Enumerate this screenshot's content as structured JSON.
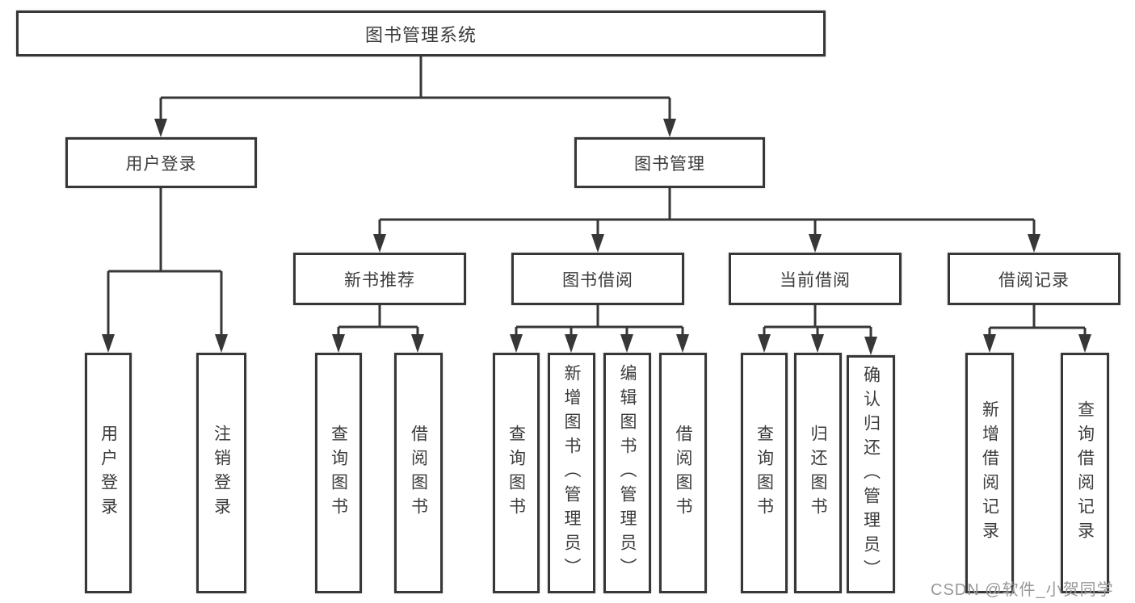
{
  "diagram": {
    "root": {
      "label": "图书管理系统"
    },
    "level2": {
      "user_login": {
        "label": "用户登录"
      },
      "book_mgmt": {
        "label": "图书管理"
      }
    },
    "level3": {
      "new_books": {
        "label": "新书推荐"
      },
      "book_borrow": {
        "label": "图书借阅"
      },
      "current_borrow": {
        "label": "当前借阅"
      },
      "borrow_records": {
        "label": "借阅记录"
      }
    },
    "leaves": {
      "user_login_leaf": {
        "label": "用户登录"
      },
      "logout": {
        "label": "注销登录"
      },
      "nb_query": {
        "label": "查询图书"
      },
      "nb_borrow": {
        "label": "借阅图书"
      },
      "bb_query": {
        "label": "查询图书"
      },
      "bb_add": {
        "label": "新增图书（管理员）"
      },
      "bb_edit": {
        "label": "编辑图书（管理员）"
      },
      "bb_borrow": {
        "label": "借阅图书"
      },
      "cb_query": {
        "label": "查询图书"
      },
      "cb_return": {
        "label": "归还图书"
      },
      "cb_confirm": {
        "label": "确认归还（管理员）"
      },
      "br_add": {
        "label": "新增借阅记录"
      },
      "br_query": {
        "label": "查询借阅记录"
      }
    },
    "colors": {
      "line": "#373737",
      "text": "#3b3b3b",
      "watermark": "#98989a"
    }
  },
  "watermark": {
    "text": "CSDN @软件_小贺同学"
  }
}
